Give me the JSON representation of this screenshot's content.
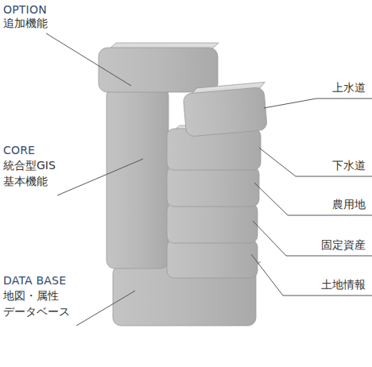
{
  "diagram": {
    "labels": [
      "OPTION",
      "追加機能",
      "CORE",
      "統合型GIS 基本機能",
      "DATA BASE",
      "地図・属性 データベース",
      "上水道",
      "下水道",
      "農用地",
      "固定資産",
      "土地情報"
    ]
  }
}
